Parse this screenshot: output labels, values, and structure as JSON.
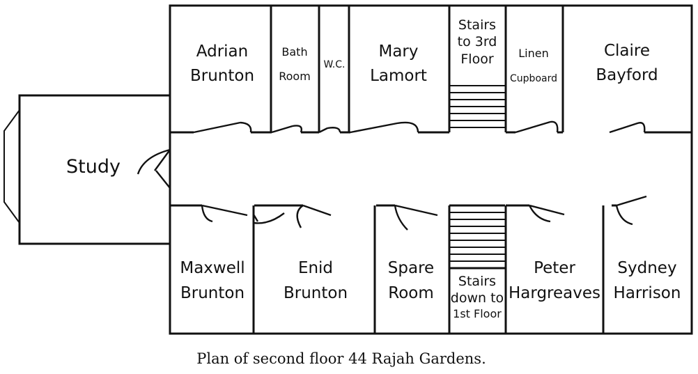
{
  "caption": "Plan of second floor 44 Rajah Gardens.",
  "rooms": {
    "adrian": [
      "Adrian",
      "Brunton"
    ],
    "bath": [
      "Bath",
      "Room"
    ],
    "wc": "W.C.",
    "mary": [
      "Mary",
      "Lamort"
    ],
    "stairs_up": [
      "Stairs",
      "to 3rd",
      "Floor"
    ],
    "linen": [
      "Linen",
      "Cupboard"
    ],
    "claire": [
      "Claire",
      "Bayford"
    ],
    "study": "Study",
    "maxwell": [
      "Maxwell",
      "Brunton"
    ],
    "enid": [
      "Enid",
      "Brunton"
    ],
    "spare": [
      "Spare",
      "Room"
    ],
    "stairs_down": [
      "Stairs",
      "down to",
      "1st Floor"
    ],
    "peter": [
      "Peter",
      "Hargreaves"
    ],
    "sydney": [
      "Sydney",
      "Harrison"
    ]
  }
}
